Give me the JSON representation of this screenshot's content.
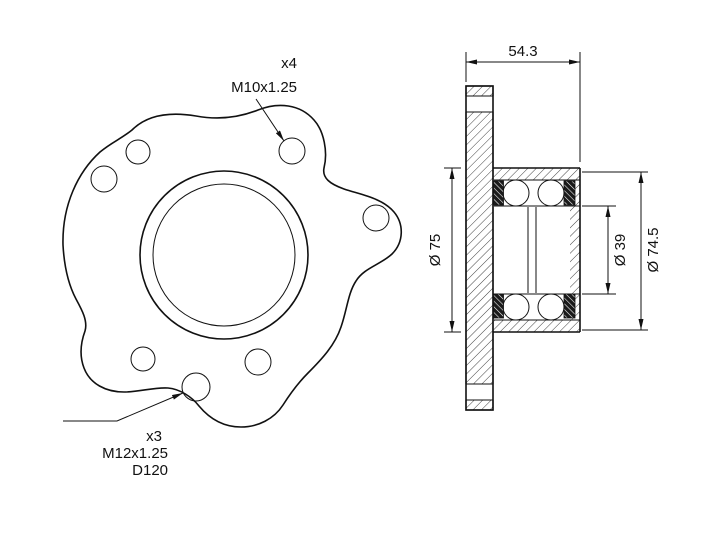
{
  "drawing": {
    "background_color": "#ffffff",
    "ink_color": "#111111",
    "front_view": {
      "m10_callout": {
        "count": "x4",
        "thread": "M10x1.25"
      },
      "m12_callout": {
        "count": "x3",
        "thread": "M12x1.25",
        "bolt_circle": "D120"
      }
    },
    "section_view": {
      "width_dim": "54.3",
      "bearing_od_dim": "Ø 75",
      "bore_dim": "Ø 39",
      "pilot_dim": "Ø 74.5"
    }
  }
}
